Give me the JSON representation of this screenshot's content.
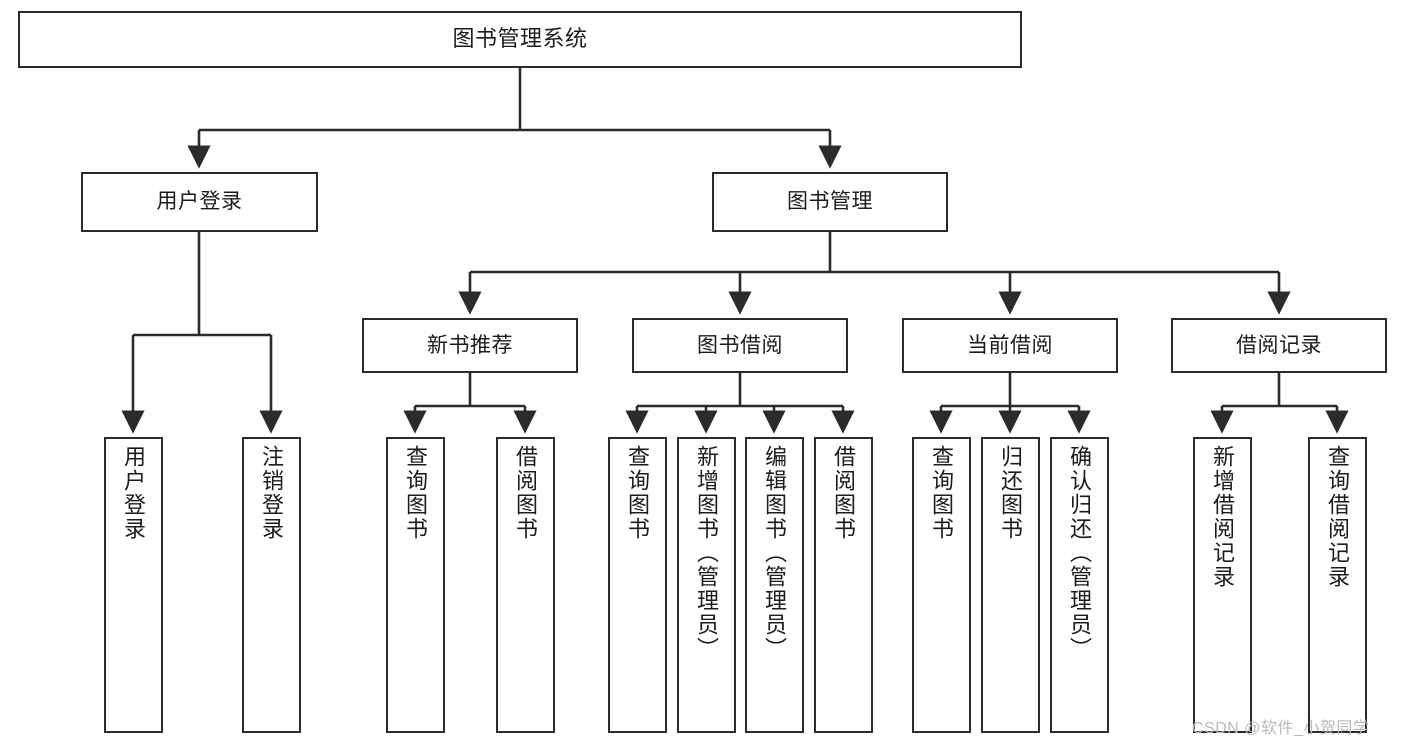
{
  "diagram": {
    "title": "图书管理系统",
    "type": "tree-hierarchy",
    "colors": {
      "stroke": "#2b2b2b",
      "fill": "#ffffff",
      "text": "#1c1c1c",
      "watermark": "#b9b9b9"
    }
  },
  "watermark": {
    "text": "CSDN @软件_小贺同学"
  },
  "nodes": {
    "root": {
      "label": "图书管理系统"
    },
    "level1": [
      {
        "id": "user-login",
        "label": "用户登录"
      },
      {
        "id": "book-management",
        "label": "图书管理"
      }
    ],
    "level2": [
      {
        "id": "new-book-recommend",
        "label": "新书推荐"
      },
      {
        "id": "book-borrow",
        "label": "图书借阅"
      },
      {
        "id": "current-borrow",
        "label": "当前借阅"
      },
      {
        "id": "borrow-record",
        "label": "借阅记录"
      }
    ],
    "leaves": {
      "user-login": [
        {
          "id": "leaf-user-login",
          "label": "用户登录"
        },
        {
          "id": "leaf-user-logout",
          "label": "注销登录"
        }
      ],
      "new-book-recommend": [
        {
          "id": "leaf-query-book-1",
          "label": "查询图书"
        },
        {
          "id": "leaf-borrow-book-1",
          "label": "借阅图书"
        }
      ],
      "book-borrow": [
        {
          "id": "leaf-query-book-2",
          "label": "查询图书"
        },
        {
          "id": "leaf-add-book",
          "label": "新增图书（管理员）"
        },
        {
          "id": "leaf-edit-book",
          "label": "编辑图书（管理员）"
        },
        {
          "id": "leaf-borrow-book-2",
          "label": "借阅图书"
        }
      ],
      "current-borrow": [
        {
          "id": "leaf-query-book-3",
          "label": "查询图书"
        },
        {
          "id": "leaf-return-book",
          "label": "归还图书"
        },
        {
          "id": "leaf-confirm-return",
          "label": "确认归还（管理员）"
        }
      ],
      "borrow-record": [
        {
          "id": "leaf-add-record",
          "label": "新增借阅记录"
        },
        {
          "id": "leaf-query-record",
          "label": "查询借阅记录"
        }
      ]
    }
  }
}
